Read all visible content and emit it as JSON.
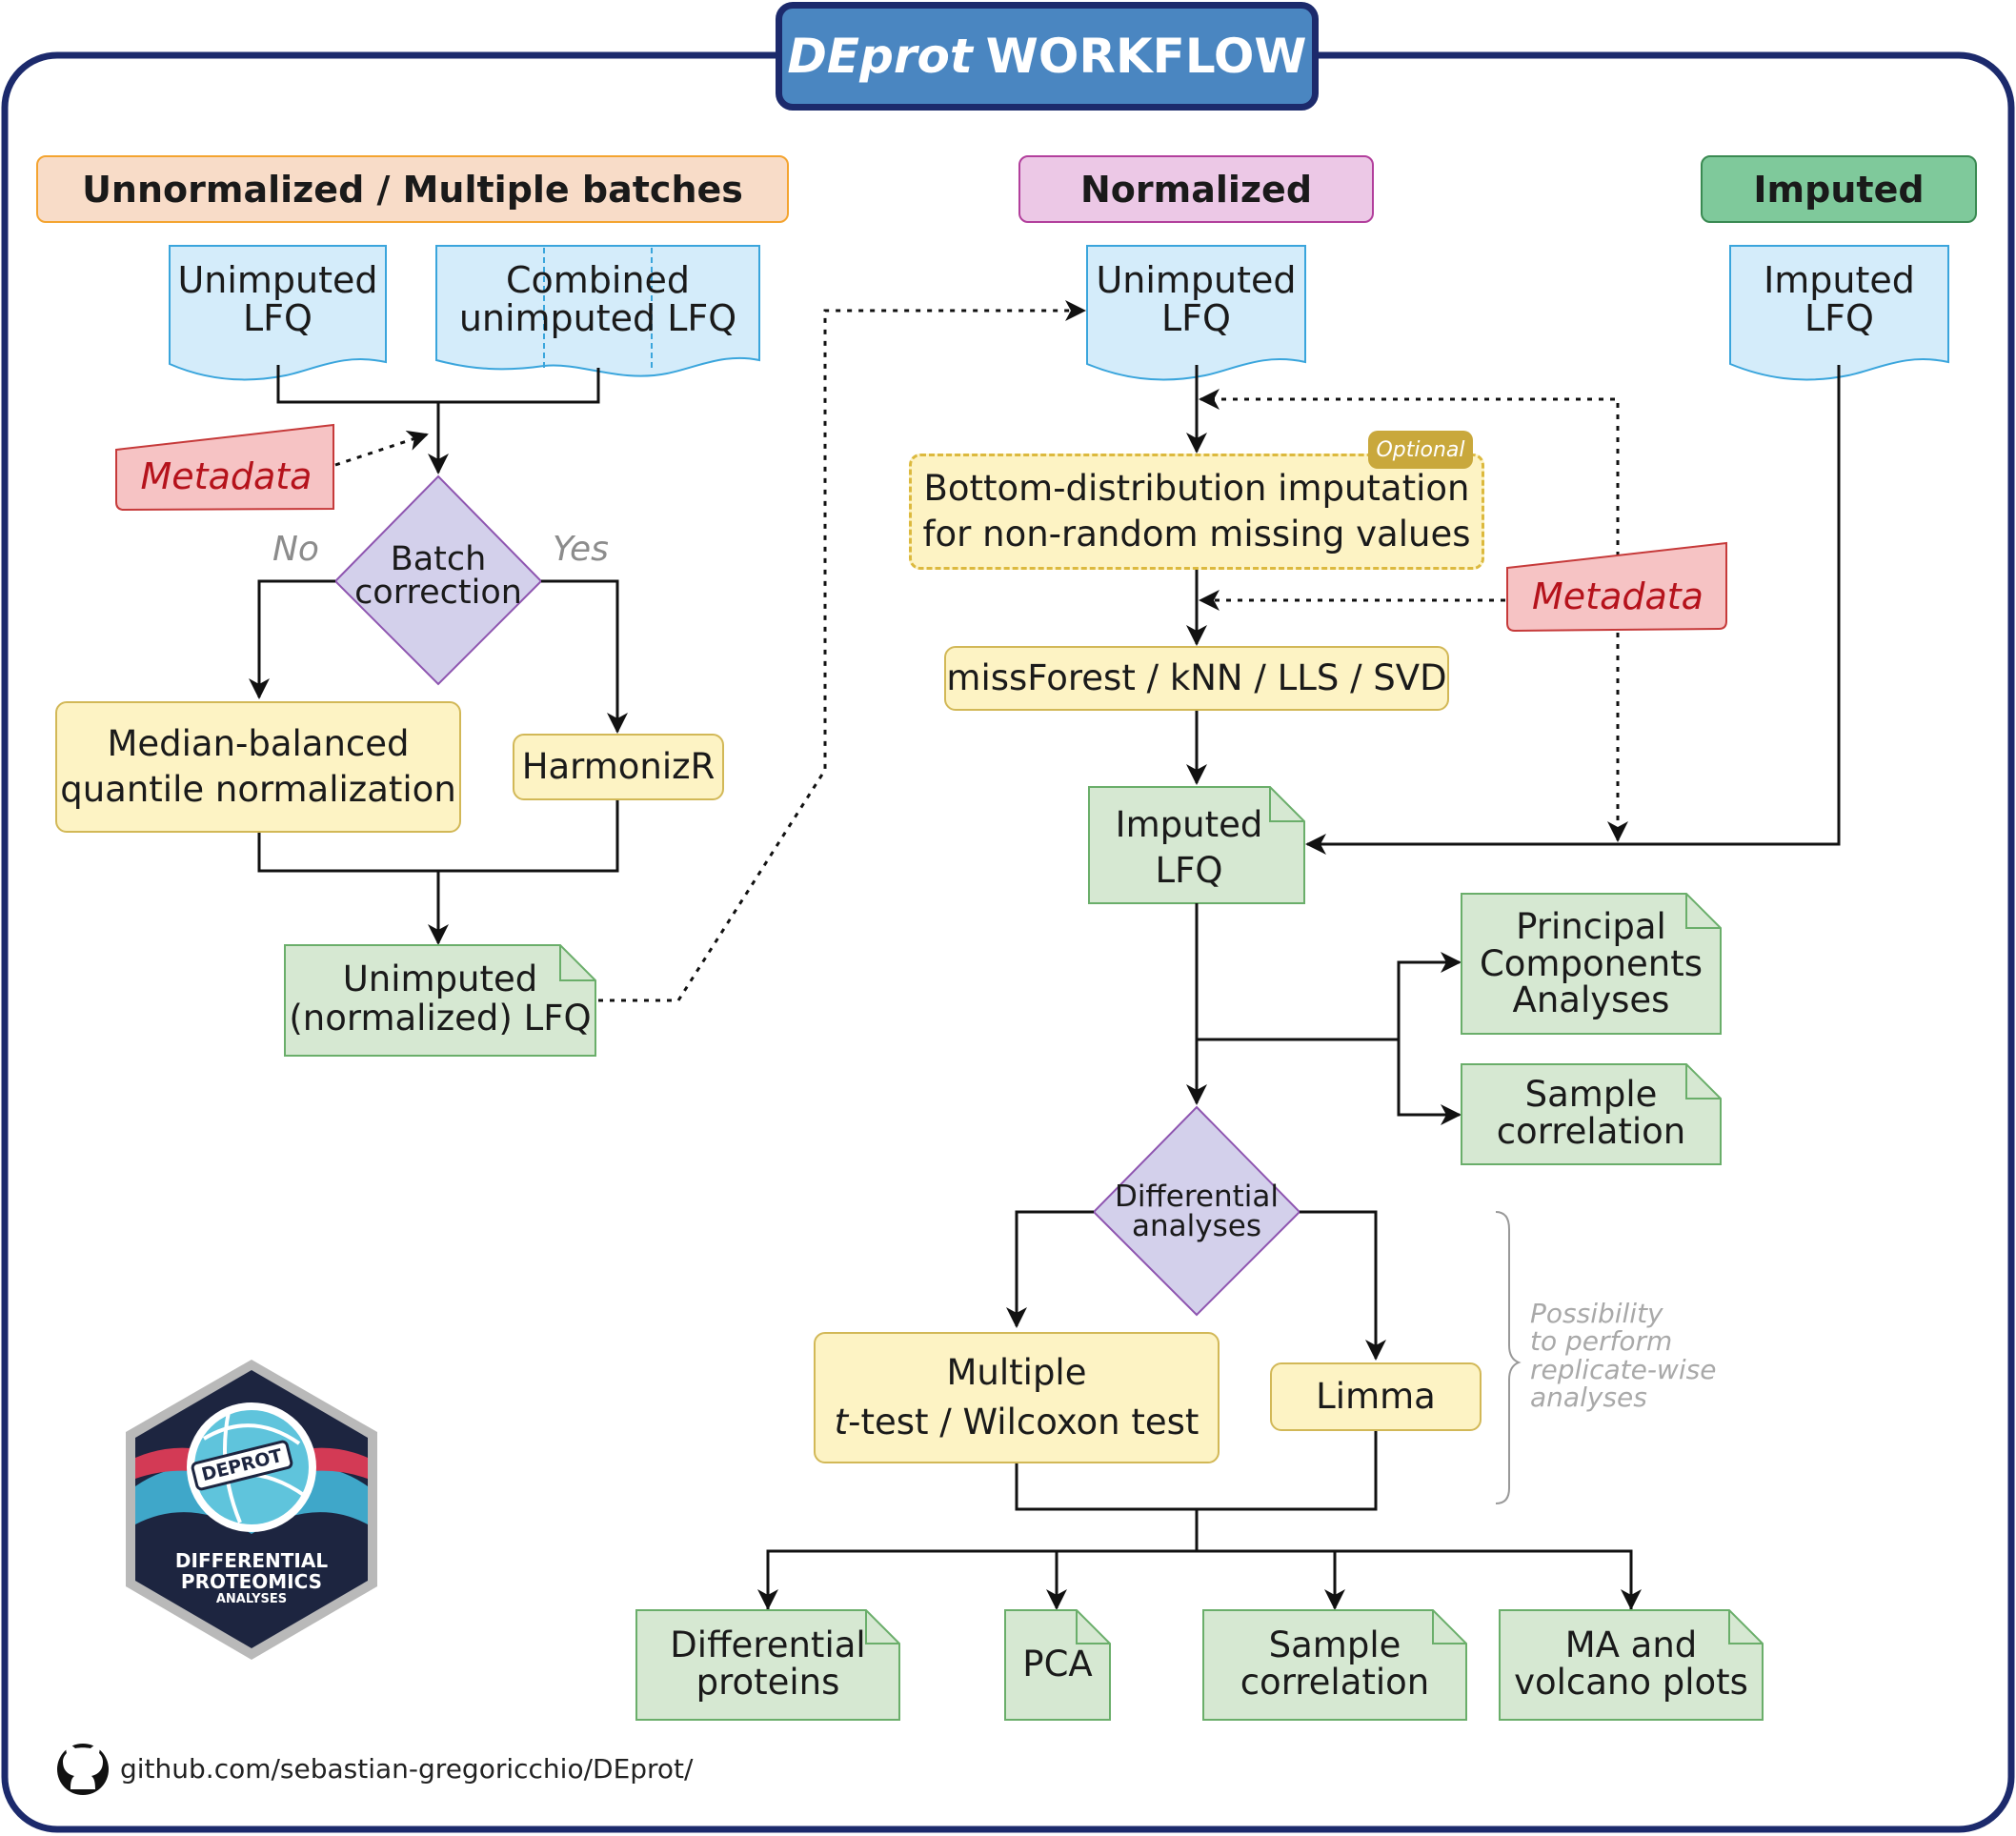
{
  "title": {
    "italic": "DEprot",
    "rest": "WORKFLOW"
  },
  "sections": {
    "unnormalized": "Unnormalized / Multiple batches",
    "normalized": "Normalized",
    "imputed": "Imputed"
  },
  "left": {
    "doc_unimputed": "Unimputed\nLFQ",
    "doc_combined": "Combined\nunimputed LFQ",
    "metadata": "Metadata",
    "decision": "Batch\ncorrection",
    "no": "No",
    "yes": "Yes",
    "median": "Median-balanced\nquantile normalization",
    "harmonizr": "HarmonizR",
    "output": "Unimputed\n(normalized) LFQ"
  },
  "middle": {
    "doc_unimputed": "Unimputed\nLFQ",
    "optional_badge": "Optional",
    "bottom_dist": "Bottom-distribution imputation\nfor non-random missing values",
    "metadata": "Metadata",
    "methods": "missForest / kNN / LLS / SVD",
    "imputed_doc": "Imputed\nLFQ",
    "pca_doc": "Principal\nComponents\nAnalyses",
    "sample_corr_doc": "Sample\ncorrelation",
    "decision": "Differential\nanalyses",
    "ttest_line1": "Multiple",
    "ttest_line2_italic": "t",
    "ttest_line2_rest": "-test / Wilcoxon test",
    "limma": "Limma",
    "note": "Possibility\nto perform\nreplicate-wise\nanalyses"
  },
  "right": {
    "doc_imputed": "Imputed\nLFQ"
  },
  "outputs": [
    "Differential\nproteins",
    "PCA",
    "Sample\ncorrelation",
    "MA and\nvolcano plots"
  ],
  "logo": {
    "badge": "DEPROT",
    "line1": "DIFFERENTIAL",
    "line2": "PROTEOMICS",
    "line3": "ANALYSES"
  },
  "footer": {
    "url": "github.com/sebastian-gregoricchio/DEprot/",
    "icon": "github-icon"
  },
  "colors": {
    "frame": "#1c2a6c",
    "title_fill": "#4a86c1",
    "doc_blue": "#d4ecfa",
    "doc_blue_stroke": "#3aa5dc",
    "doc_green": "#d6e8d2",
    "doc_green_stroke": "#6aae6a",
    "process": "#fdf3c4",
    "decision": "#d3d0eb",
    "decision_stroke": "#8e55b0",
    "metadata": "#f6c3c4",
    "metadata_stroke": "#c63a3a"
  }
}
